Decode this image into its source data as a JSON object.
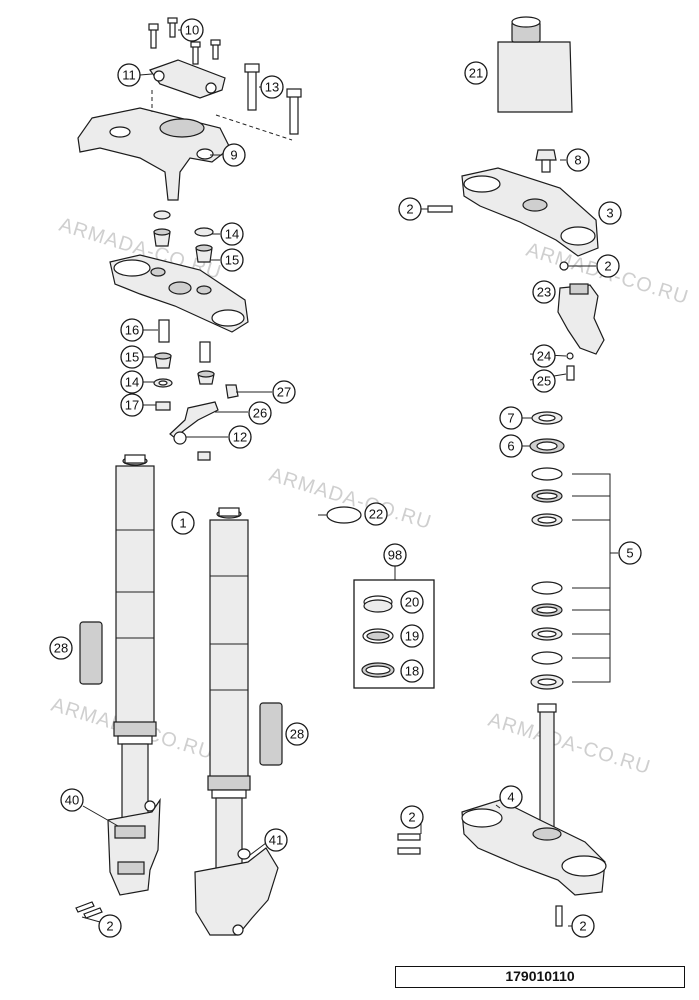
{
  "callouts": {
    "c1": "1",
    "c2a": "2",
    "c2b": "2",
    "c2c": "2",
    "c2d": "2",
    "c2e": "2",
    "c3": "3",
    "c4": "4",
    "c5": "5",
    "c6": "6",
    "c7": "7",
    "c8": "8",
    "c9": "9",
    "c10": "10",
    "c11": "11",
    "c12": "12",
    "c13": "13",
    "c14a": "14",
    "c14b": "14",
    "c15a": "15",
    "c15b": "15",
    "c16": "16",
    "c17": "17",
    "c18": "18",
    "c19": "19",
    "c20": "20",
    "c21": "21",
    "c22": "22",
    "c23": "23",
    "c24": "24",
    "c25": "25",
    "c26": "26",
    "c27": "27",
    "c28a": "28",
    "c28b": "28",
    "c40": "40",
    "c41": "41",
    "c98": "98"
  },
  "watermark": "ARMADA-CO.RU",
  "diagram_code": "179010110"
}
